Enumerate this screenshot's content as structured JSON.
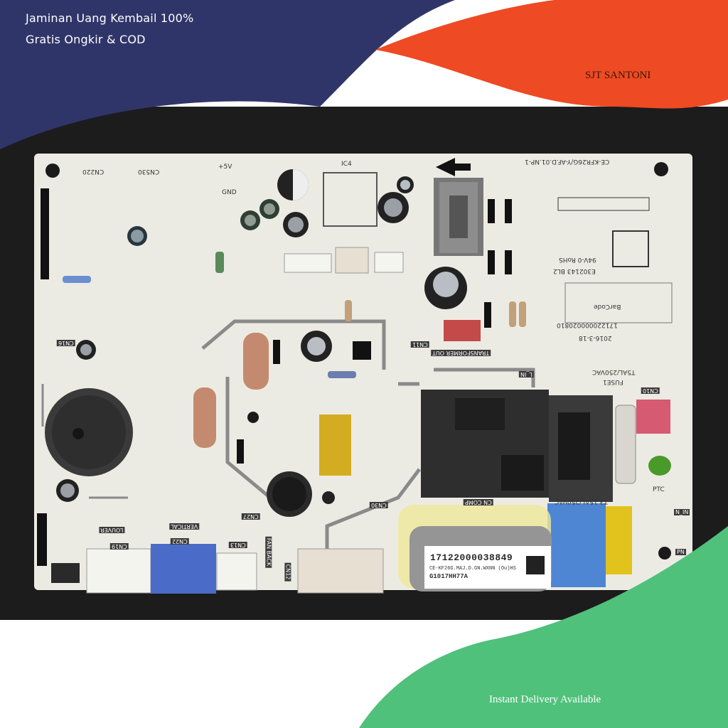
{
  "promo": {
    "line1": "Jaminan Uang Kembail 100%",
    "line2": "Gratis Ongkir & COD"
  },
  "brand": "SJT SANTONI",
  "delivery": "Instant Delivery Available",
  "colors": {
    "navy": "#303569",
    "orange": "#ee4a23",
    "green": "#4fc17b",
    "pcb": "#ecebe3",
    "background": "#1b1b1b"
  },
  "board": {
    "part_number": "CE-KFR26G/Y-AF.D.01.NP-1",
    "serial": "17122000038849",
    "model": "CE-KF26G.MAJ.D.GN.WXNN (Ou)HS",
    "lot": "G1017HH77A",
    "date": "2016-3-18",
    "rating": "T3.15AL/250VAC",
    "fuse_rating": "T5AL/250VAC",
    "code": "171220000020810",
    "labels": {
      "cn220": "CN220",
      "cn530": "CN530",
      "plus5v": "+5V",
      "gnd": "GND",
      "ic4": "IC4",
      "cn16": "CN16",
      "cn11": "CN11",
      "transformer_out": "TRANSFORMER OUT",
      "cn10": "CN10",
      "cn19": "CN19",
      "cn22": "CN22",
      "cn13": "CN13",
      "cn12": "CN12",
      "cn27": "CN27",
      "cn30": "CN30",
      "louver": "LOUVER",
      "vertical": "VERTICAL",
      "fan_back": "FAN BACK",
      "cn_comp": "CN COMP",
      "n_in": "N_IN",
      "l_in": "L_IN",
      "pn": "PN",
      "ptc": "PTC",
      "fuse1": "FUSE1",
      "barcode": "BarCode",
      "rohs": "94V-0 RoHS",
      "ul": "E302143 BL2"
    }
  }
}
